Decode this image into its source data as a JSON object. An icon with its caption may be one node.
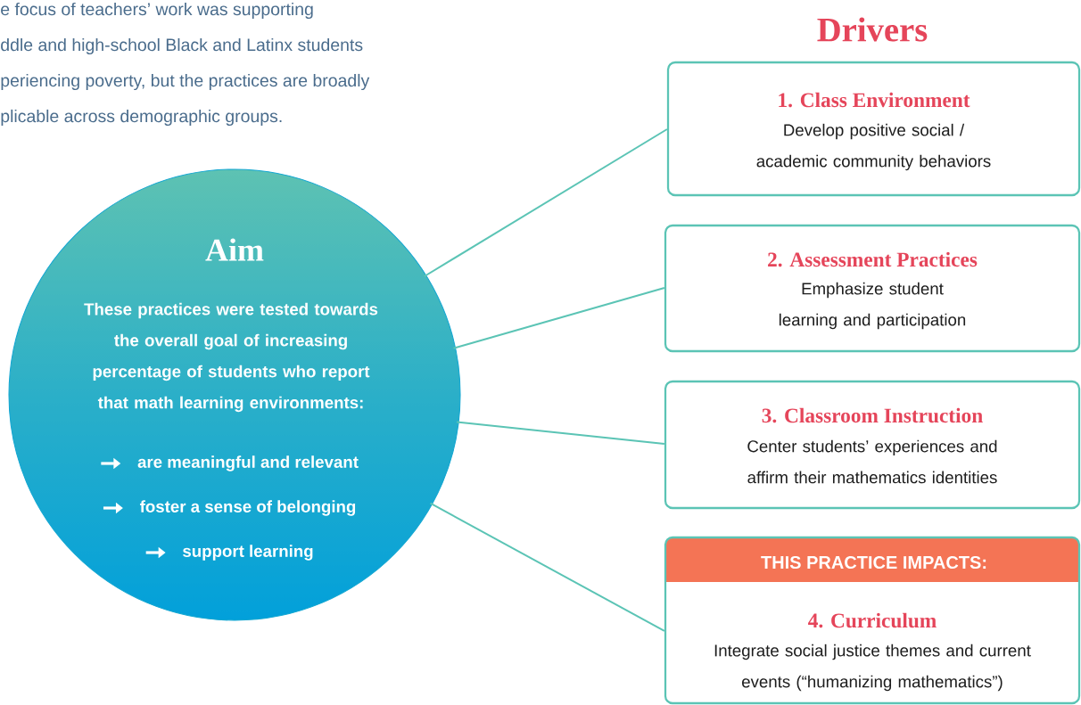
{
  "diagram": {
    "title": "Drivers",
    "nodes": [
      {
        "text": [
          "Aim",
          "These practices were tested towards the overall goal of increasing percentage of students who report that math learning environments:",
          "are meaningful and relevant",
          "foster a sense of belonging",
          "support learning"
        ]
      },
      {
        "text": [
          "1. Class Environment",
          "Develop positive social / academic community behaviors"
        ]
      },
      {
        "text": [
          "2. Assessment Practices",
          "Emphasize student learning and participation"
        ]
      },
      {
        "text": [
          "3. Classroom Instruction",
          "Center students’ experiences and affirm their mathematics identities"
        ]
      },
      {
        "text": [
          "THIS PRACTICE IMPACTS:",
          "4. Curriculum",
          "Integrate social justice themes and current events (“humanizing mathematics”)"
        ]
      }
    ],
    "edges": [
      {
        "from": 0,
        "to": 1,
        "arrow": "none"
      },
      {
        "from": 0,
        "to": 2,
        "arrow": "none"
      },
      {
        "from": 0,
        "to": 3,
        "arrow": "none"
      },
      {
        "from": 0,
        "to": 4,
        "arrow": "none"
      }
    ],
    "labels": [
      "e focus of teachers’ work was supporting",
      "ddle and high-school Black and Latinx students",
      "periencing poverty, but the practices are broadly",
      "plicable across demographic groups."
    ]
  }
}
